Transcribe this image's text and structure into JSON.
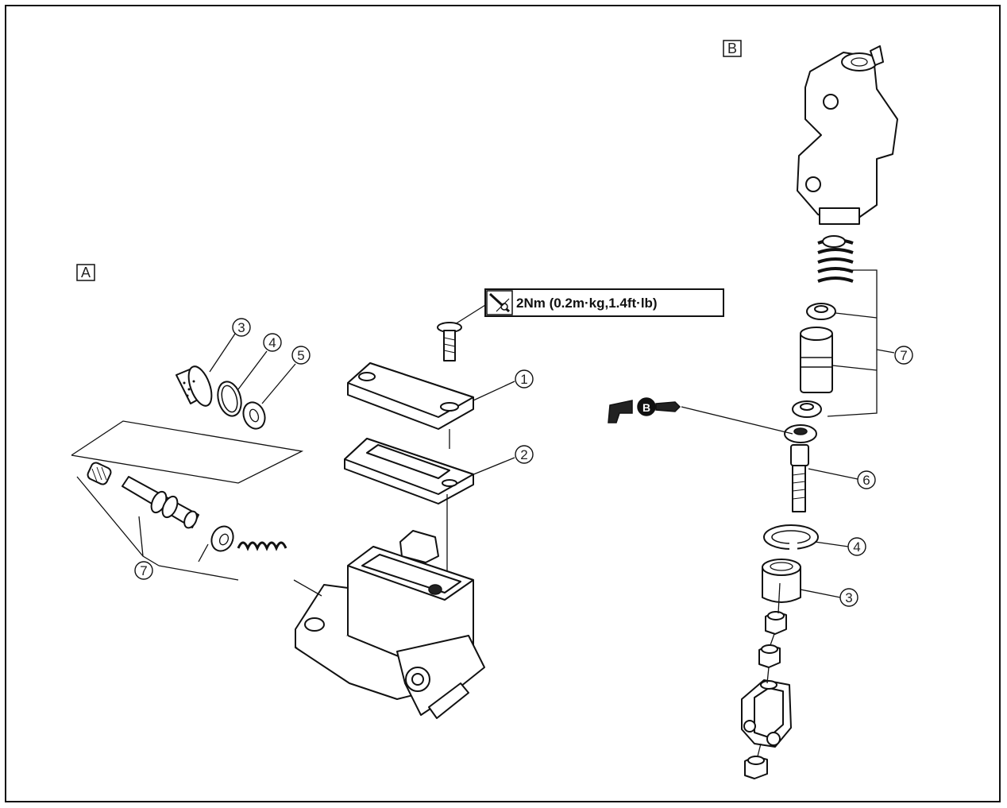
{
  "sections": {
    "a": "A",
    "b": "B"
  },
  "torque_spec": "2Nm (0.2m·kg,1.4ft·lb)",
  "grease_symbol": "B",
  "callouts_a": [
    "3",
    "4",
    "5",
    "1",
    "2",
    "7"
  ],
  "callouts_b": [
    "7",
    "6",
    "4",
    "3"
  ]
}
